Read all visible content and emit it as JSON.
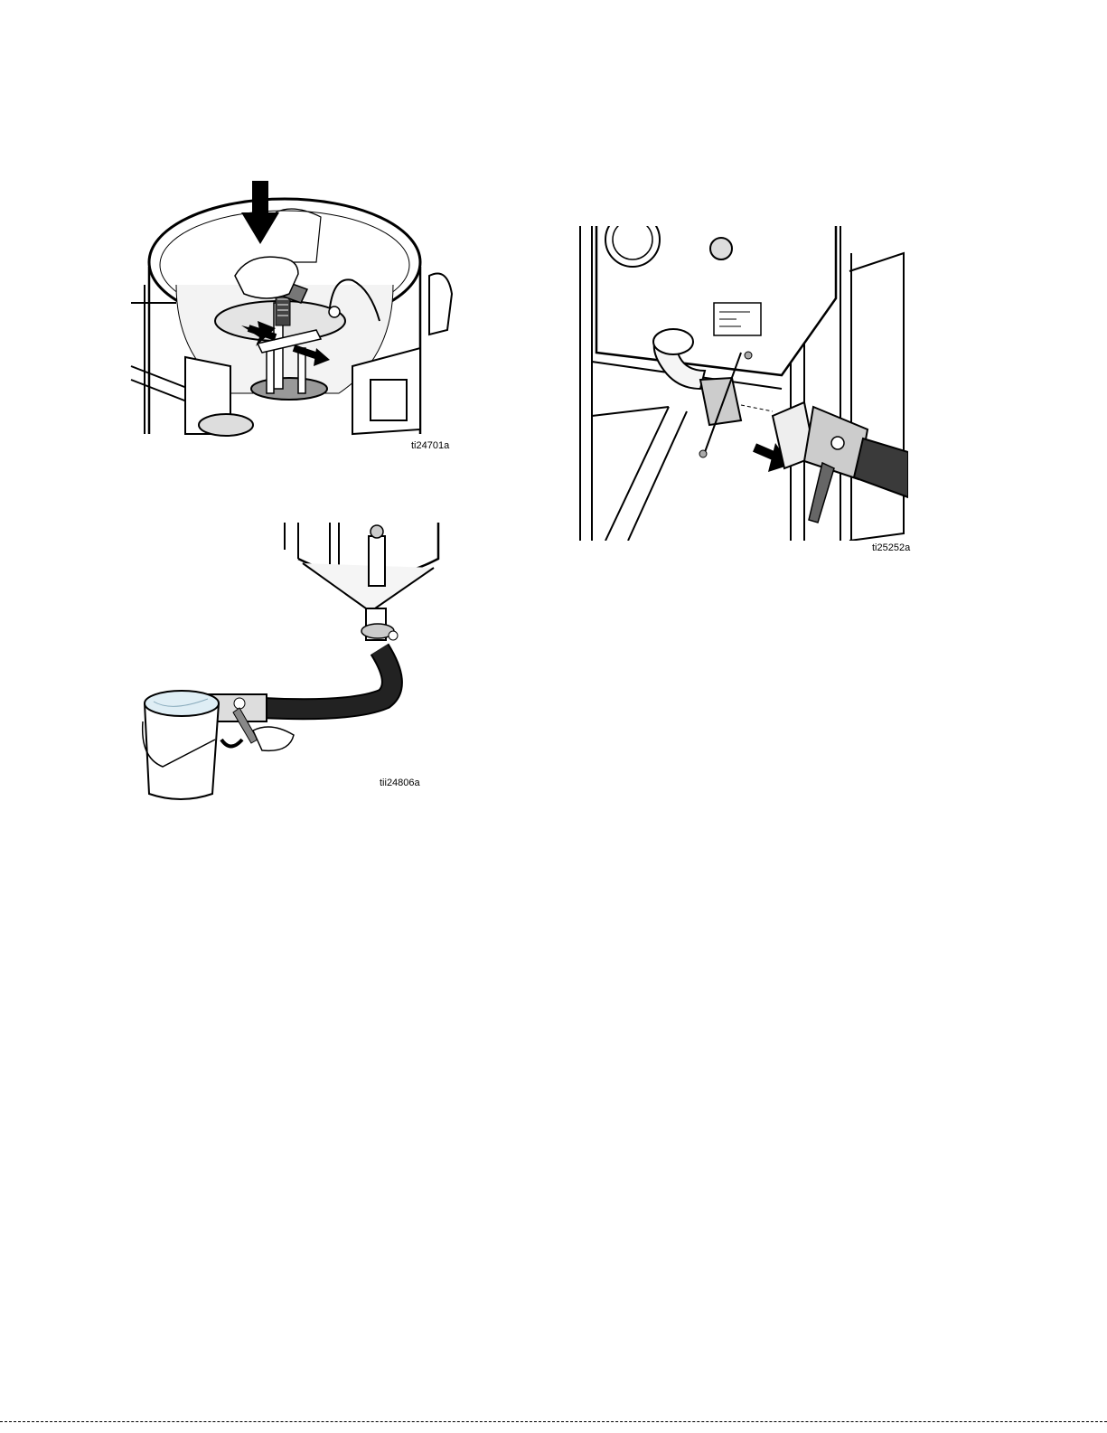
{
  "figures": [
    {
      "id": "fig-1",
      "caption": "ti24701a"
    },
    {
      "id": "fig-2",
      "caption": "ti25252a"
    },
    {
      "id": "fig-3",
      "caption": "tii24806a"
    }
  ],
  "label": {
    "lines": [
      "",
      "",
      ""
    ]
  }
}
